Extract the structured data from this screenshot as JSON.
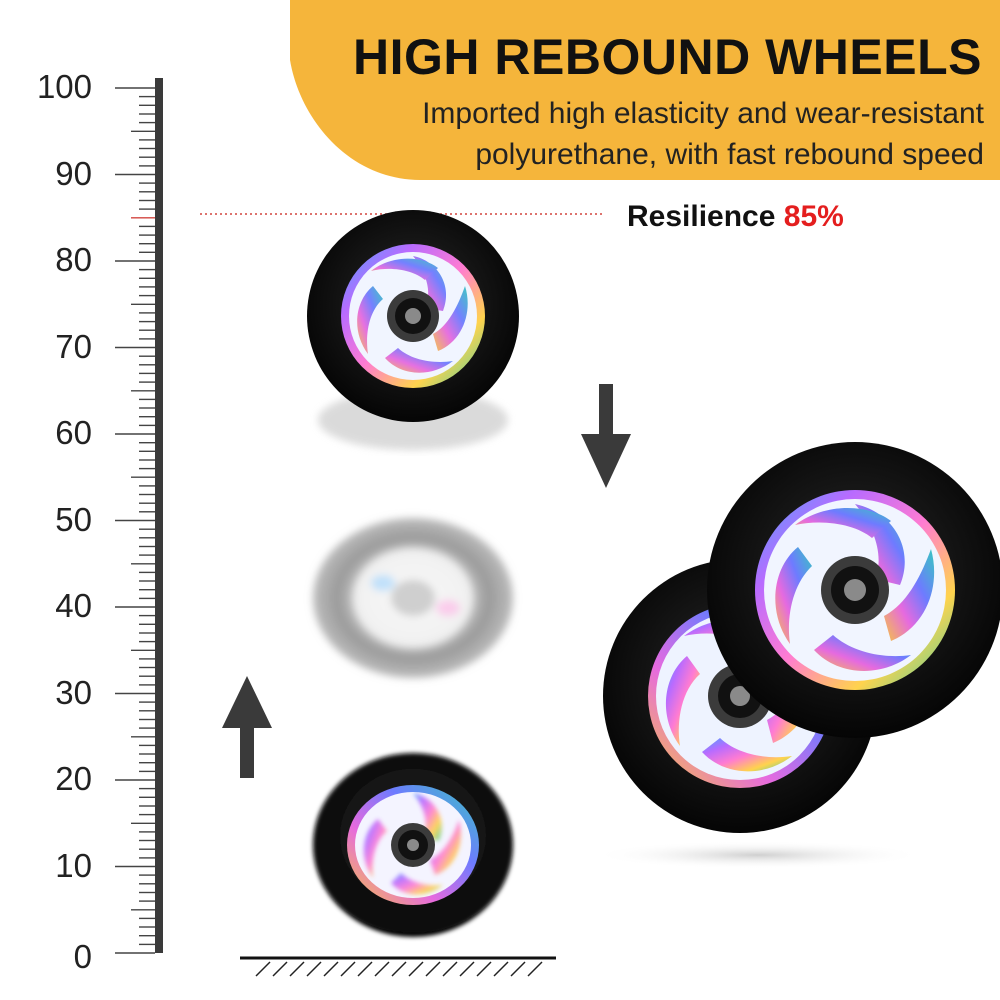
{
  "banner": {
    "title": "HIGH REBOUND WHEELS",
    "subtitle": "Imported high elasticity and wear-resistant polyurethane, with fast rebound speed",
    "color": "#f5b53b"
  },
  "resilience": {
    "label": "Resilience",
    "value": "85%",
    "value_color": "#e41e1e"
  },
  "ruler": {
    "labels": [
      "100",
      "90",
      "80",
      "70",
      "60",
      "50",
      "40",
      "30",
      "20",
      "10",
      "0"
    ],
    "marker_level": 85
  },
  "icons": {
    "down_arrow": "arrow-down-icon",
    "up_arrow": "arrow-up-icon"
  }
}
